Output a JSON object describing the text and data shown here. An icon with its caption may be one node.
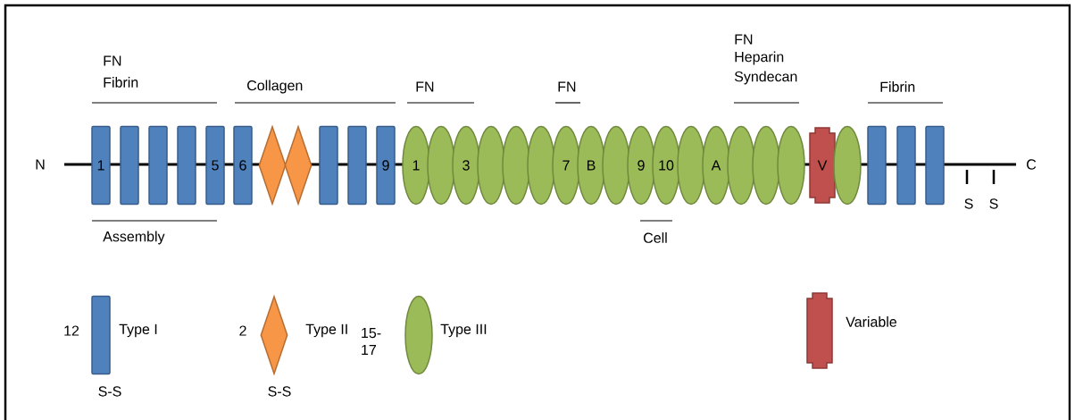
{
  "diagram": {
    "nodes": [
      {
        "text": [
          "1"
        ]
      },
      {
        "text": [],
        "shape": "bar"
      },
      {
        "text": [],
        "shape": "bar"
      },
      {
        "text": [],
        "shape": "bar"
      },
      {
        "text": [
          "5"
        ]
      },
      {
        "text": [
          "6"
        ]
      },
      {
        "text": [],
        "shape": "diamond"
      },
      {
        "text": [],
        "shape": "diamond"
      },
      {
        "text": [],
        "shape": "bar"
      },
      {
        "text": [],
        "shape": "bar"
      },
      {
        "text": [
          "9"
        ]
      },
      {
        "text": [
          "1"
        ]
      },
      {
        "text": [],
        "shape": "ellipse"
      },
      {
        "text": [
          "3"
        ]
      },
      {
        "text": [],
        "shape": "ellipse"
      },
      {
        "text": [],
        "shape": "ellipse"
      },
      {
        "text": [],
        "shape": "ellipse"
      },
      {
        "text": [
          "7"
        ]
      },
      {
        "text": [
          "B"
        ]
      },
      {
        "text": [],
        "shape": "ellipse"
      },
      {
        "text": [
          "9"
        ]
      },
      {
        "text": [
          "10"
        ]
      },
      {
        "text": [],
        "shape": "ellipse"
      },
      {
        "text": [
          "A"
        ]
      },
      {
        "text": [],
        "shape": "ellipse"
      },
      {
        "text": [],
        "shape": "ellipse"
      },
      {
        "text": [],
        "shape": "ellipse"
      },
      {
        "text": [
          "V"
        ]
      },
      {
        "text": [],
        "shape": "ellipse"
      },
      {
        "text": [],
        "shape": "bar"
      },
      {
        "text": [],
        "shape": "bar"
      },
      {
        "text": [],
        "shape": "bar"
      },
      {
        "text": [],
        "shape": "bar"
      },
      {
        "text": [],
        "shape": "diamond"
      },
      {
        "text": [],
        "shape": "ellipse"
      },
      {
        "text": [],
        "shape": "box"
      }
    ],
    "labels": [
      "FN",
      "Fibrin",
      "Collagen",
      "FN",
      "FN",
      "FN",
      "Heparin",
      "Syndecan",
      "Fibrin",
      "N",
      "C",
      "S",
      "S",
      "Assembly",
      "Cell",
      "12",
      "S-S",
      "2",
      "S-S",
      "15-17"
    ],
    "legend": [
      {
        "text": "Type I"
      },
      {
        "text": "Type II"
      },
      {
        "text": "Type III"
      },
      {
        "text": "Variable"
      }
    ]
  }
}
